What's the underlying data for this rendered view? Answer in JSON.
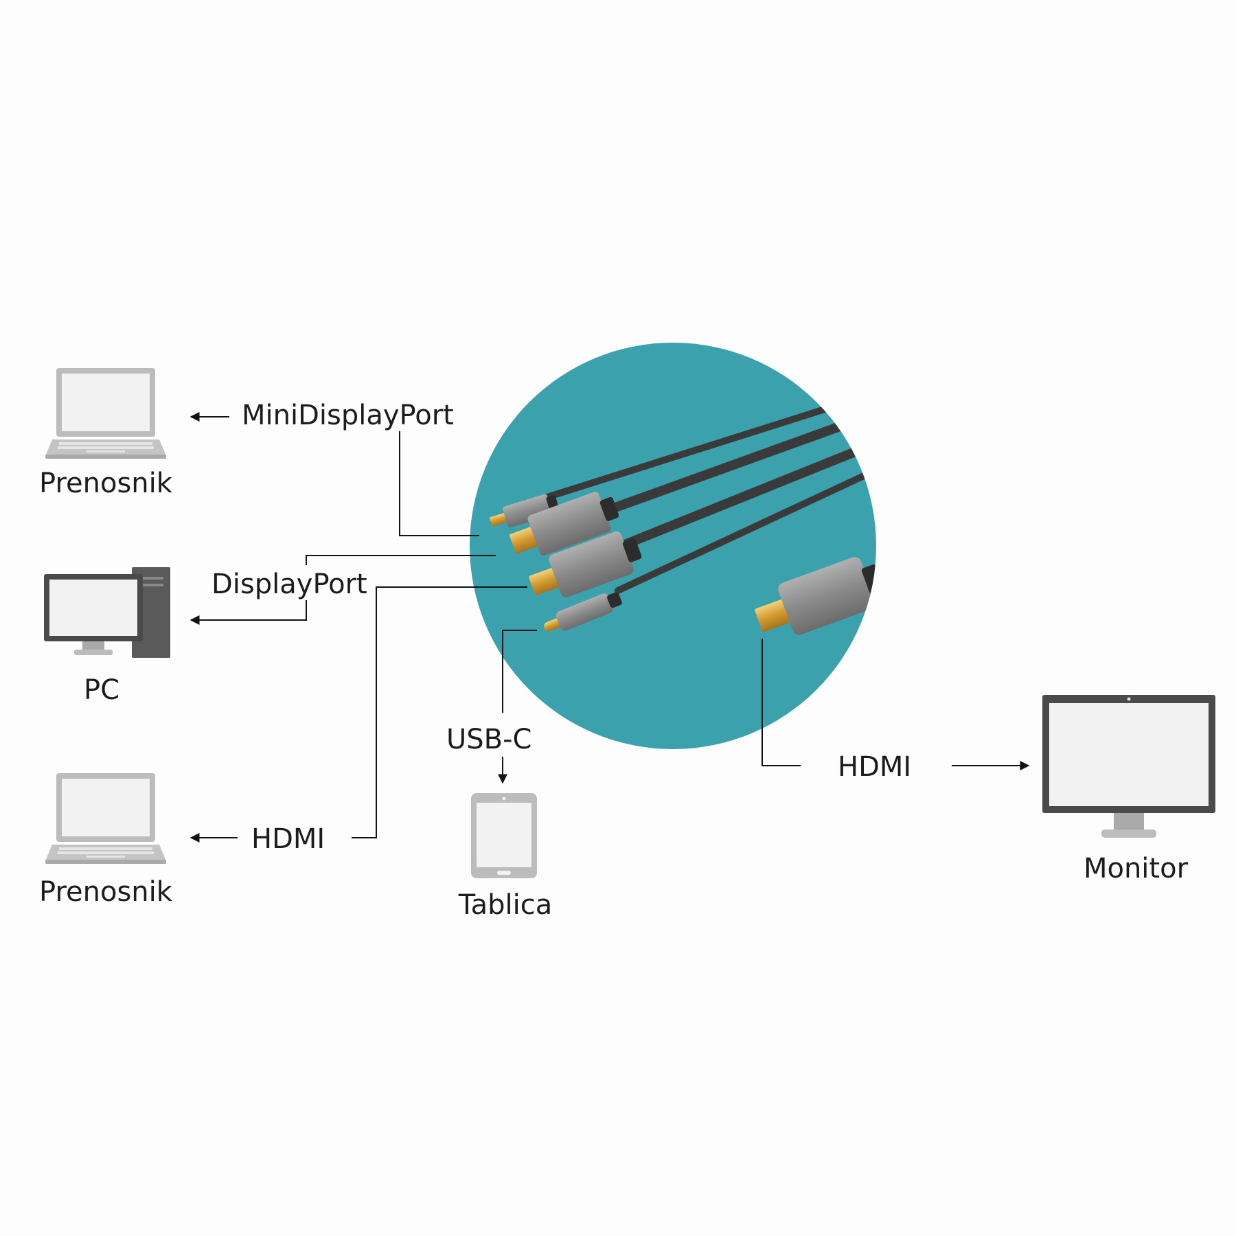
{
  "colors": {
    "circle": "#3ba1ac",
    "cable": "#3a3a3a",
    "connector_shell": "#8c8c8c",
    "gold_plug": "#d9a63c",
    "device": "#bcbcbc",
    "screen": "#f2f2f2",
    "line": "#111111"
  },
  "labels": {
    "minidisplayport": "MiniDisplayPort",
    "displayport": "DisplayPort",
    "hdmi_left": "HDMI",
    "usbc": "USB-C",
    "hdmi_right": "HDMI"
  },
  "devices": {
    "laptop_top": {
      "label": "Prenosnik",
      "icon": "laptop-icon"
    },
    "pc": {
      "label": "PC",
      "icon": "desktop-pc-icon"
    },
    "laptop_bottom": {
      "label": "Prenosnik",
      "icon": "laptop-icon"
    },
    "tablet": {
      "label": "Tablica",
      "icon": "tablet-icon"
    },
    "monitor": {
      "label": "Monitor",
      "icon": "monitor-icon"
    }
  }
}
